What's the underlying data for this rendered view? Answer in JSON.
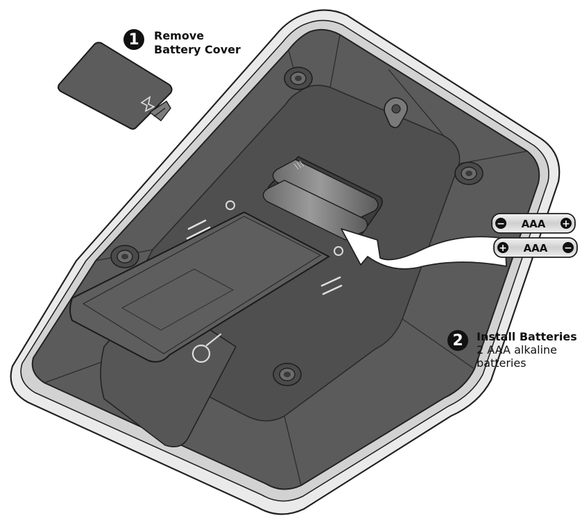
{
  "steps": [
    {
      "number": "1",
      "title_line1": "Remove",
      "title_line2": "Battery Cover"
    },
    {
      "number": "2",
      "title": "Install Batteries",
      "desc_line1": "2 AAA alkaline",
      "desc_line2": "batteries"
    }
  ],
  "batteries": [
    {
      "label": "AAA",
      "left_terminal": "−",
      "right_terminal": "+"
    },
    {
      "label": "AAA",
      "left_terminal": "+",
      "right_terminal": "−"
    }
  ],
  "colors": {
    "device_body": "#5b5b5b",
    "device_dark": "#4d4d4d",
    "frame": "#e6e6e6",
    "arrow": "#ffffff",
    "outline": "#222222"
  }
}
